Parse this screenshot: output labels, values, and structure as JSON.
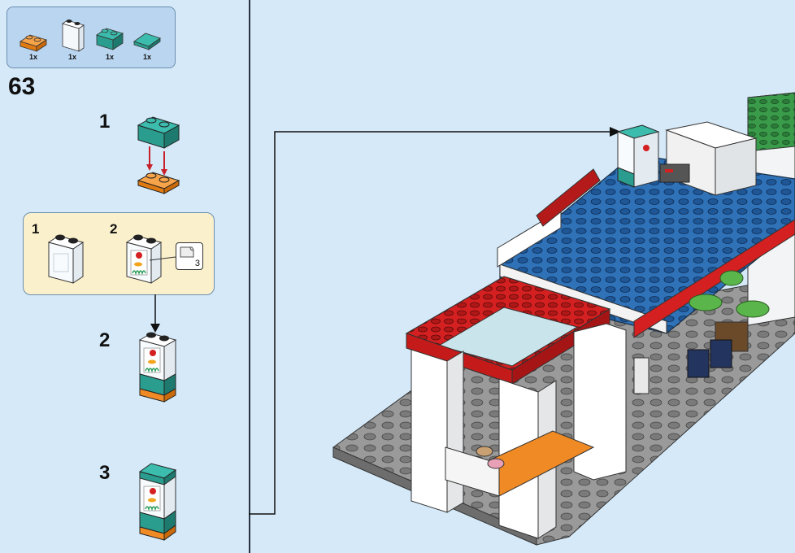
{
  "parts_list": {
    "items": [
      {
        "icon": "orange-plate-1x2-icon",
        "count": "1x",
        "color": "#f08a24"
      },
      {
        "icon": "transparent-panel-icon",
        "count": "1x",
        "color": "#ffffff"
      },
      {
        "icon": "teal-brick-1x2-icon",
        "count": "1x",
        "color": "#2a9d8f"
      },
      {
        "icon": "teal-tile-1x2-icon",
        "count": "1x",
        "color": "#2a9d8f"
      }
    ]
  },
  "step": {
    "number": "63",
    "substeps": [
      "1",
      "2",
      "3"
    ],
    "callout": {
      "substeps": [
        "1",
        "2"
      ],
      "sticker_sheet_ref": "3"
    }
  },
  "colors": {
    "background": "#d5e9f8",
    "callout_background": "#fbf0cc",
    "parts_box": "#bad5ef",
    "teal": "#2a9d8f",
    "orange": "#f08a24",
    "red": "#d42020",
    "blue_baseplate": "#2b6db5",
    "gray_baseplate": "#8d8d8d"
  }
}
